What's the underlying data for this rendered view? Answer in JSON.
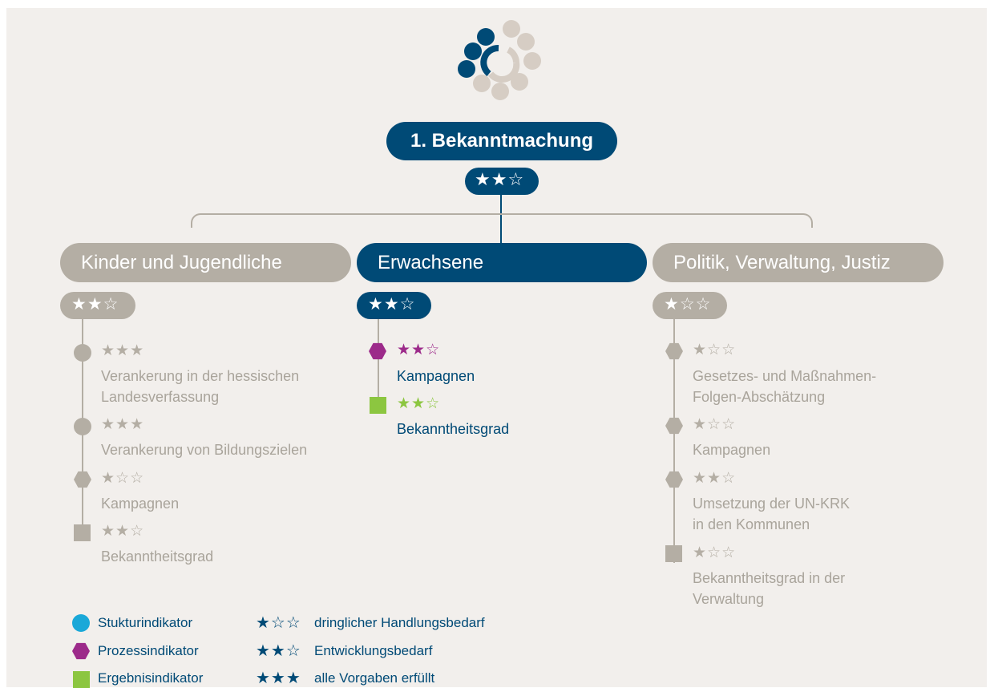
{
  "colors": {
    "accent": "#004a76",
    "neutral": "#b4aea4",
    "background": "#f2efec",
    "process": "#9c2a8a",
    "result": "#8cc640",
    "structure": "#1aa8d8"
  },
  "title": {
    "label": "1. Bekanntmachung",
    "rating": 2
  },
  "columns": [
    {
      "label": "Kinder und Jugendliche",
      "rating": 2
    },
    {
      "label": "Erwachsene",
      "rating": 2
    },
    {
      "label": "Politik, Verwaltung, Justiz",
      "rating": 1
    }
  ],
  "kinder_items": [
    {
      "type": "circle",
      "rating": 3,
      "text_l1": "Verankerung in der hessischen",
      "text_l2": "Landesverfassung"
    },
    {
      "type": "circle",
      "rating": 3,
      "text_l1": "Verankerung von Bildungszielen",
      "text_l2": ""
    },
    {
      "type": "hexagon",
      "rating": 1,
      "text_l1": "Kampagnen",
      "text_l2": ""
    },
    {
      "type": "square",
      "rating": 2,
      "text_l1": "Bekanntheitsgrad",
      "text_l2": ""
    }
  ],
  "erwachsene_items": [
    {
      "type": "hexagon",
      "rating": 2,
      "text_l1": "Kampagnen"
    },
    {
      "type": "square",
      "rating": 2,
      "text_l1": "Bekanntheitsgrad"
    }
  ],
  "politik_items": [
    {
      "type": "hexagon",
      "rating": 1,
      "text_l1": "Gesetzes- und Maßnahmen-",
      "text_l2": "Folgen-Abschätzung"
    },
    {
      "type": "hexagon",
      "rating": 1,
      "text_l1": "Kampagnen",
      "text_l2": ""
    },
    {
      "type": "hexagon",
      "rating": 2,
      "text_l1": "Umsetzung der UN-KRK",
      "text_l2": "in den Kommunen"
    },
    {
      "type": "square",
      "rating": 1,
      "text_l1": "Bekanntheitsgrad in der",
      "text_l2": "Verwaltung"
    }
  ],
  "legend": {
    "indicators": [
      {
        "type": "circle",
        "label": "Stukturindikator"
      },
      {
        "type": "hexagon",
        "label": "Prozessindikator"
      },
      {
        "type": "square",
        "label": "Ergebnisindikator"
      }
    ],
    "ratings": [
      {
        "rating": 1,
        "label": "dringlicher Handlungsbedarf"
      },
      {
        "rating": 2,
        "label": "Entwicklungsbedarf"
      },
      {
        "rating": 3,
        "label": "alle Vorgaben erfüllt"
      }
    ]
  },
  "logo_icon": "circle-of-dots-logo"
}
